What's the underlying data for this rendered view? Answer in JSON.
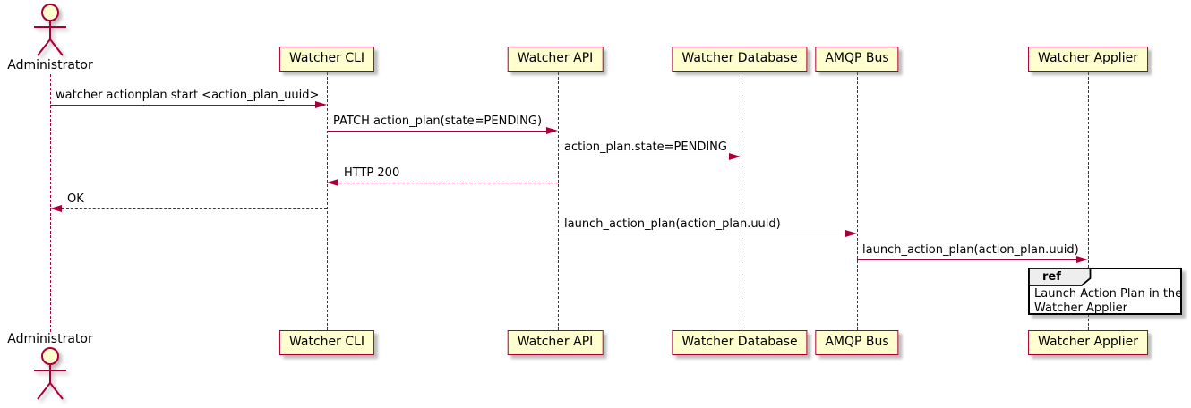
{
  "diagram": {
    "type": "uml-sequence-diagram",
    "actor": {
      "name": "Administrator"
    },
    "participants": [
      {
        "name": "Watcher CLI"
      },
      {
        "name": "Watcher API"
      },
      {
        "name": "Watcher Database"
      },
      {
        "name": "AMQP Bus"
      },
      {
        "name": "Watcher Applier"
      }
    ],
    "messages": [
      {
        "from": "Administrator",
        "to": "Watcher CLI",
        "text": "watcher actionplan start <action_plan_uuid>",
        "line": "solid"
      },
      {
        "from": "Watcher CLI",
        "to": "Watcher API",
        "text": "PATCH action_plan(state=PENDING)",
        "line": "solid"
      },
      {
        "from": "Watcher API",
        "to": "Watcher Database",
        "text": "action_plan.state=PENDING",
        "line": "solid"
      },
      {
        "from": "Watcher API",
        "to": "Watcher CLI",
        "text": "HTTP 200",
        "line": "dashed"
      },
      {
        "from": "Watcher CLI",
        "to": "Administrator",
        "text": "OK",
        "line": "dashed"
      },
      {
        "from": "Watcher API",
        "to": "AMQP Bus",
        "text": "launch_action_plan(action_plan.uuid)",
        "line": "solid"
      },
      {
        "from": "AMQP Bus",
        "to": "Watcher Applier",
        "text": "launch_action_plan(action_plan.uuid)",
        "line": "solid"
      }
    ],
    "ref": {
      "label": "ref",
      "lines": [
        "Launch Action Plan in the",
        "Watcher Applier"
      ]
    },
    "colors": {
      "participant_fill": "#FEFECE",
      "participant_border": "#A80036",
      "arrow_line": "#A80036",
      "lifeline": "#A80036",
      "text": "#000000",
      "ref_border": "#000000",
      "ref_header_fill": "#EEEEEE",
      "background": "#FFFFFF"
    }
  }
}
